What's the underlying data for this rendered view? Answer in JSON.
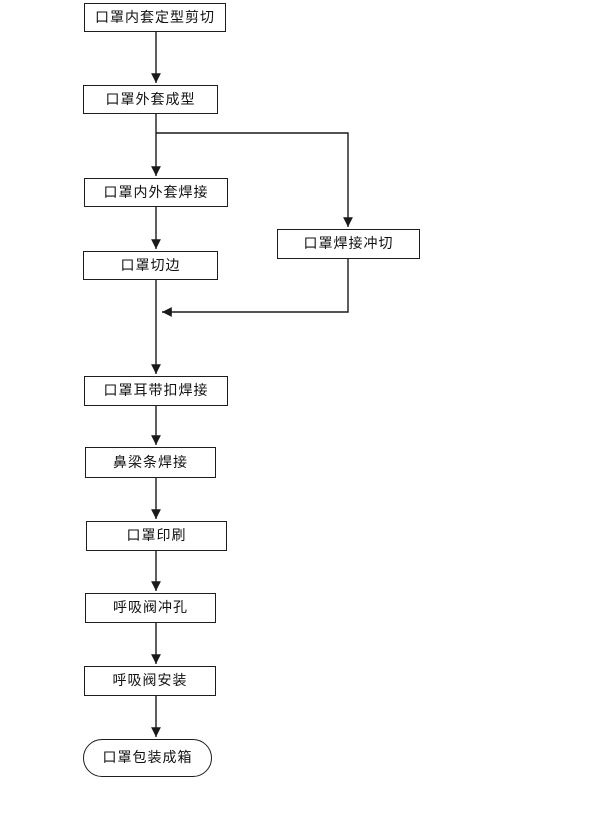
{
  "flowchart": {
    "kind": "process-flow-diagram",
    "nodes": [
      {
        "id": "n1",
        "label": "口罩内套定型剪切",
        "shape": "rect"
      },
      {
        "id": "n2",
        "label": "口罩外套成型",
        "shape": "rect"
      },
      {
        "id": "n3",
        "label": "口罩内外套焊接",
        "shape": "rect"
      },
      {
        "id": "n4",
        "label": "口罩切边",
        "shape": "rect"
      },
      {
        "id": "n5",
        "label": "口罩焊接冲切",
        "shape": "rect"
      },
      {
        "id": "n6",
        "label": "口罩耳带扣焊接",
        "shape": "rect"
      },
      {
        "id": "n7",
        "label": "鼻梁条焊接",
        "shape": "rect"
      },
      {
        "id": "n8",
        "label": "口罩印刷",
        "shape": "rect"
      },
      {
        "id": "n9",
        "label": "呼吸阀冲孔",
        "shape": "rect"
      },
      {
        "id": "n10",
        "label": "呼吸阀安装",
        "shape": "rect"
      },
      {
        "id": "n11",
        "label": "口罩包装成箱",
        "shape": "stadium"
      }
    ],
    "edges": [
      {
        "from": "n1",
        "to": "n2"
      },
      {
        "from": "n2",
        "to": "n3"
      },
      {
        "from": "n2",
        "to": "n5"
      },
      {
        "from": "n3",
        "to": "n4"
      },
      {
        "from": "n4",
        "to": "n6"
      },
      {
        "from": "n5",
        "to": "n6"
      },
      {
        "from": "n6",
        "to": "n7"
      },
      {
        "from": "n7",
        "to": "n8"
      },
      {
        "from": "n8",
        "to": "n9"
      },
      {
        "from": "n9",
        "to": "n10"
      },
      {
        "from": "n10",
        "to": "n11"
      }
    ],
    "colors": {
      "background": "#ffffff",
      "box_border": "#1d1d1d",
      "box_fill": "#ffffff",
      "line": "#1a1a1a",
      "text": "#111111"
    }
  }
}
